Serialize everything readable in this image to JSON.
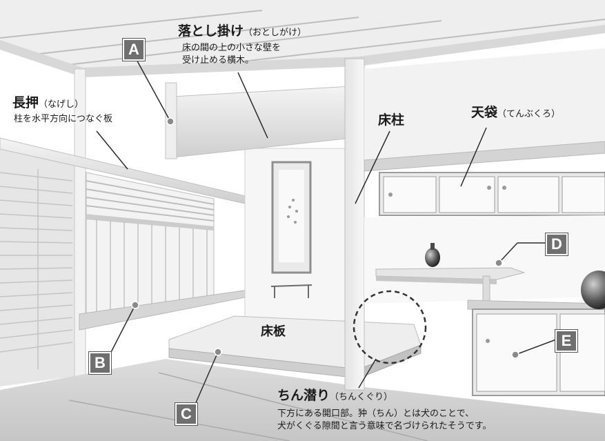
{
  "labels": {
    "otoshigake": {
      "title": "落とし掛け",
      "reading": "（おとしがけ）",
      "desc": [
        "床の間の上の小さな壁を",
        "受け止める横木。"
      ]
    },
    "nageshi": {
      "title": "長押",
      "reading": "（なげし）",
      "desc": "柱を水平方向につなぐ板"
    },
    "tokobashira": {
      "title": "床柱"
    },
    "tenbukuro": {
      "title": "天袋",
      "reading": "（てんぶくろ）"
    },
    "tokoita": {
      "title": "床板"
    },
    "chinkuguri": {
      "title": "ちん潜り",
      "reading": "（ちんくぐり）",
      "desc": [
        "下方にある開口部。狆（ちん）とは犬のことで、",
        "犬がくぐる隙間と言う意味で名づけられたそうです。"
      ]
    }
  },
  "markers": [
    "A",
    "B",
    "C",
    "D",
    "E"
  ]
}
